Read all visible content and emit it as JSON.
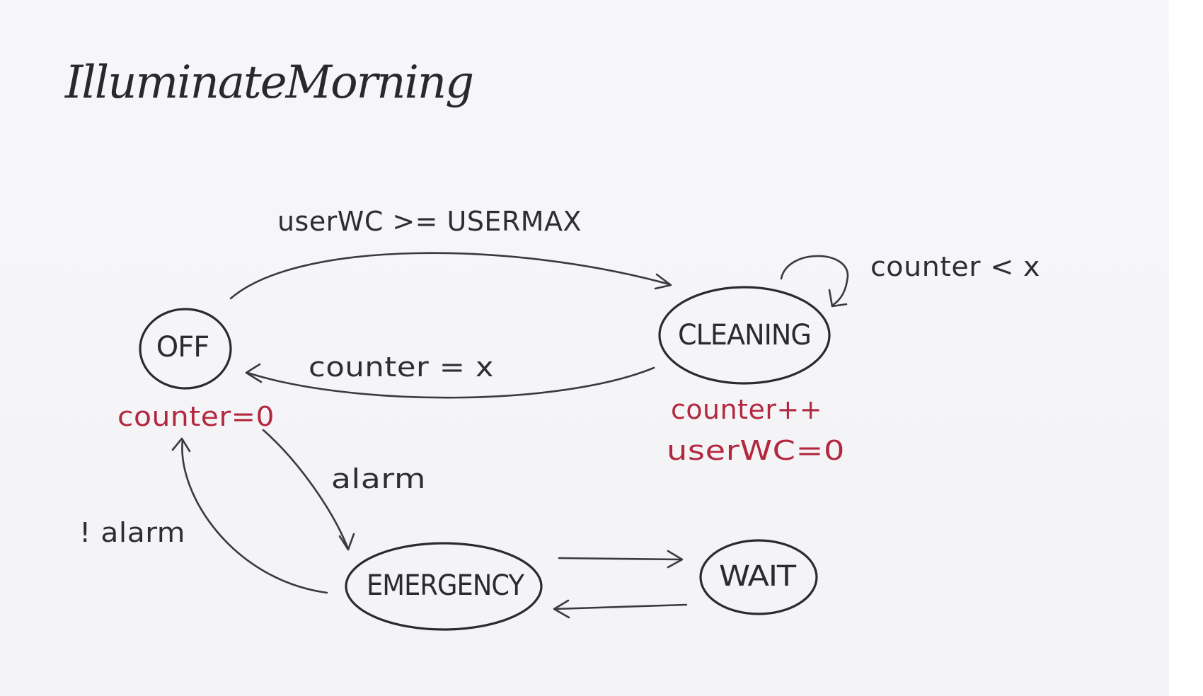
{
  "title": "IlluminateMorning",
  "states": {
    "off": "OFF",
    "cleaning": "CLEANING",
    "emergency": "EMERGENCY",
    "wait": "WAIT"
  },
  "transitions": {
    "off_to_cleaning": "userWC >= USERMAX",
    "cleaning_to_off": "counter = x",
    "cleaning_self": "counter < x",
    "off_to_emergency": "alarm",
    "emergency_to_off": "! alarm"
  },
  "actions": {
    "off": "counter=0",
    "cleaning_1": "counter++",
    "cleaning_2": "userWC=0"
  },
  "colors": {
    "ink": "#2b2a2e",
    "action_red": "#b3283f",
    "paper": "#f5f5f7"
  }
}
